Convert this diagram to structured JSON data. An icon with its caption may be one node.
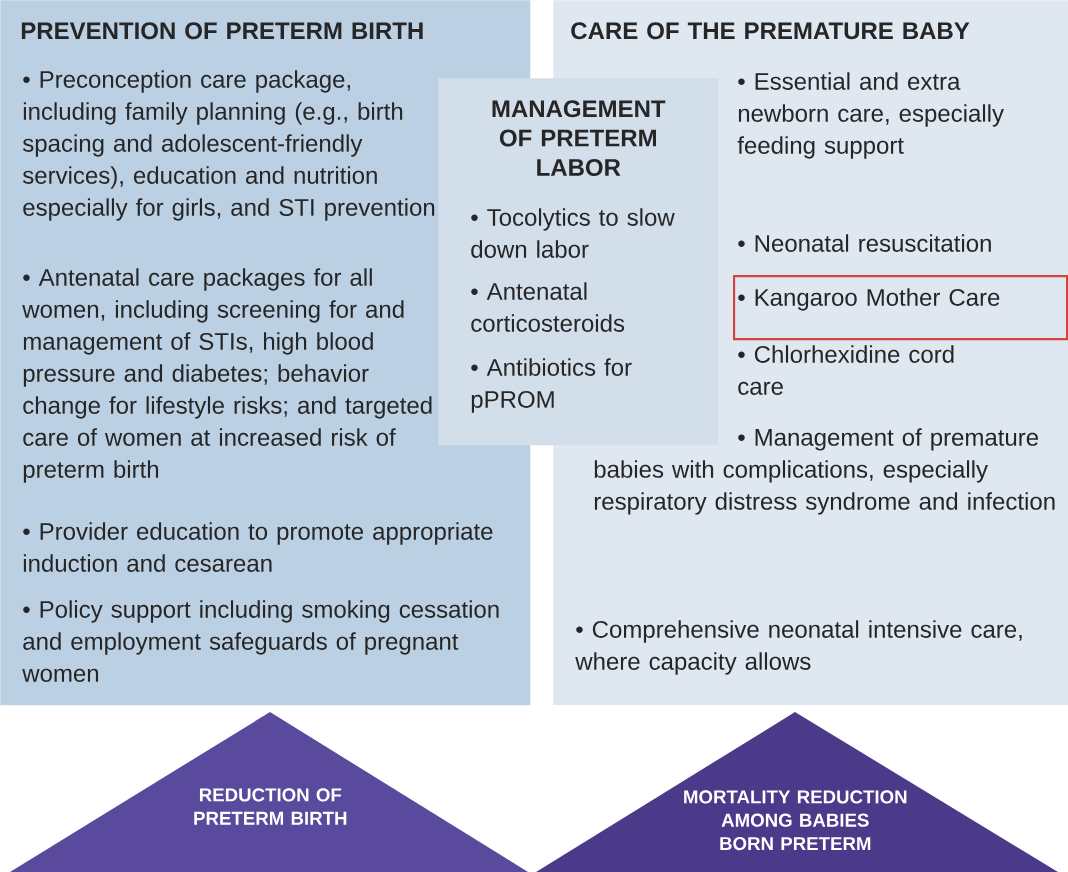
{
  "diagram": {
    "nodes": [
      {
        "text": [
          "PREVENTION OF PRETERM BIRTH",
          "• Preconception care package, including family planning (e.g., birth spacing and adolescent-friendly services), education and nutrition especially for girls, and STI prevention",
          "• Antenatal care packages for all women, including screening for and management of STIs, high blood pressure and diabetes; behavior change for lifestyle risks; and targeted care of women at increased risk of preterm birth",
          "• Provider education to promote appropriate induction and cesarean",
          "• Policy support including smoking cessation and employment safeguards of pregnant women"
        ]
      },
      {
        "text": [
          "CARE OF THE PREMATURE BABY",
          "• Essential and extra newborn care, especially feeding support",
          "• Neonatal resuscitation",
          "• Chlorhexidine cord care",
          "• Management of premature babies with complications, especially respiratory distress syndrome and infection",
          "• Comprehensive neonatal intensive care, where capacity allows"
        ]
      },
      {
        "text": [
          "MANAGEMENT OF PRETERM LABOR",
          "• Tocolytics to slow down labor",
          "• Antenatal corticosteroids",
          "• Antibiotics for pPROM"
        ]
      },
      {
        "text": [
          "• Kangaroo Mother Care"
        ],
        "in": 1
      },
      {
        "text": [
          "REDUCTION OF PRETERM BIRTH"
        ]
      },
      {
        "text": [
          "MORTALITY REDUCTION AMONG BABIES BORN PRETERM"
        ]
      }
    ]
  }
}
